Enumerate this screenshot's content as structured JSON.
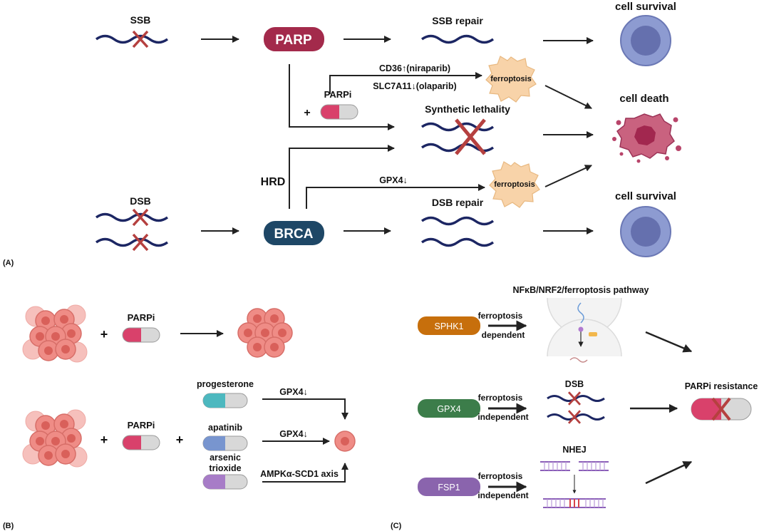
{
  "panel_a": {
    "panel_label": "(A)",
    "ssb": "SSB",
    "parp": "PARP",
    "ssb_repair": "SSB repair",
    "cell_survival_top": "cell survival",
    "cd36": "CD36↑(niraparib)",
    "slc7a11": "SLC7A11↓(olaparib)",
    "ferroptosis_top": "ferroptosis",
    "plus": "+",
    "parpi": "PARPi",
    "synthetic_lethality": "Synthetic lethality",
    "cell_death": "cell death",
    "hrd": "HRD",
    "gpx4_down": "GPX4↓",
    "ferroptosis_bottom": "ferroptosis",
    "dsb": "DSB",
    "brca": "BRCA",
    "dsb_repair": "DSB repair",
    "cell_survival_bottom": "cell survival"
  },
  "panel_b": {
    "panel_label": "(B)",
    "plus": "+",
    "parpi_top": "PARPi",
    "parpi_bottom": "PARPi",
    "progesterone": "progesterone",
    "apatinib": "apatinib",
    "arsenic_line1": "arsenic",
    "arsenic_line2": "trioxide",
    "gpx4_down_1": "GPX4↓",
    "gpx4_down_2": "GPX4↓",
    "ampk_axis": "AMPKα-SCD1 axis"
  },
  "panel_c": {
    "panel_label": "(C)",
    "nfkb_pathway": "NFκB/NRF2/ferroptosis pathway",
    "sphk1": "SPHK1",
    "gpx4": "GPX4",
    "fsp1": "FSP1",
    "ferroptosis_1": "ferroptosis",
    "dependent": "dependent",
    "ferroptosis_2": "ferroptosis",
    "independent_1": "independent",
    "ferroptosis_3": "ferroptosis",
    "independent_2": "independent",
    "dsb": "DSB",
    "nhej": "NHEJ",
    "parpi_resistance": "PARPi resistance"
  },
  "colors": {
    "dna": "#1c2663",
    "cross": "#b5403f",
    "parp": "#a32a4b",
    "brca": "#1e4766",
    "cell_outer": "#8d9bd1",
    "cell_inner": "#6570ae",
    "ferroptosis": "#f8d3a9",
    "dead_cell": "#b8446a",
    "tumor_cell": "#ef8c86",
    "sphk1": "#c76f0c",
    "gpx4": "#3c7d4a",
    "fsp1": "#8a64ad"
  }
}
